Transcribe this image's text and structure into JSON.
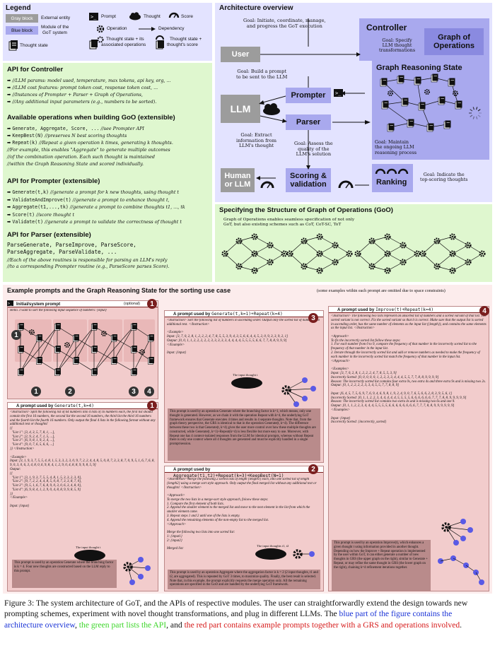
{
  "legend": {
    "title": "Legend",
    "gray_block": "Gray block",
    "external_entity": "External entity",
    "blue_block": "Blue block",
    "module_desc": [
      "Module of the",
      "GoT system"
    ],
    "thought_state": "Thought state",
    "prompt": "Prompt",
    "thought": "Thought",
    "score": "Score",
    "operation": "Operation",
    "dependency": "Dependency",
    "thought_state_ops": [
      "Thought state + its",
      "associated operations"
    ],
    "thought_state_score": [
      "Thought state +",
      "thought's score"
    ]
  },
  "architecture": {
    "title": "Architecture overview",
    "controller": "Controller",
    "graph_of_operations": [
      "Graph of",
      "Operations"
    ],
    "goal_controller": [
      "Goal: Initiate, coordinate, manage,",
      "and progress the GoT execution"
    ],
    "goal_specify": [
      "Goal: Specify",
      "LLM thought",
      "transformations"
    ],
    "user": "User",
    "grs_title": "Graph Reasoning State",
    "goal_grs": [
      "Goal: Maintain",
      "the ongoing LLM",
      "reasoning process"
    ],
    "goal_prompter": [
      "Goal: Build a prompt",
      "to be sent to the LLM"
    ],
    "prompter": "Prompter",
    "llm": "LLM",
    "parser": "Parser",
    "goal_parser": [
      "Goal: Extract",
      "information from",
      "LLM's thought"
    ],
    "goal_scoring": [
      "Goal: Assess the",
      "quality of the",
      "LLM's solution"
    ],
    "human_or_llm": [
      "Human",
      "or LLM"
    ],
    "scoring": [
      "Scoring &",
      "validation"
    ],
    "ranking": "Ranking",
    "goal_ranking": [
      "Goal: Indicate the",
      "top-scoring thoughts"
    ]
  },
  "api": {
    "controller_title": "API for Controller",
    "controller_lines": [
      "//LLM params: model used, temperature, max tokens, api key, org, ...",
      "//LLM cost features: prompt token cost, response token cost, ...",
      "//Instances of Prompter + Parser + Graph of Operations,",
      "//Any additional input parameters (e.g., numbers to be sorted)."
    ],
    "ops_title": "Available operations when building GoO (extensible)",
    "ops_lines": [
      {
        "code": "Generate, Aggregate, Score, ...",
        "comment": " //see Prompter API"
      },
      {
        "code": "KeepBest(N)",
        "comment": " //preserves N best scoring thoughts"
      },
      {
        "code": "Repeat(k)",
        "comment": " //Repeat a given operation k times, generating k thoughts."
      },
      {
        "code": "",
        "comment": "  //For example, this enables \"Aggregate\" to generate multiple outcomes"
      },
      {
        "code": "",
        "comment": "  //of the combination operation. Each such thought is maintained"
      },
      {
        "code": "",
        "comment": "  //within the Graph Reasoning State and scored individually."
      }
    ],
    "prompter_title": "API for Prompter (extensible)",
    "prompter_lines": [
      {
        "code": "Generate(t,k)",
        "comment": " //generate a prompt for k new thoughts, using thought t"
      },
      {
        "code": "ValidateAndImprove(t)",
        "comment": " //generate a prompt to enhance thought t,"
      },
      {
        "code": "Aggregate(t1,...,tk)",
        "comment": " //generate a prompt to combine thoughts t1, ..., tk"
      },
      {
        "code": "Score(t)",
        "comment": " //score thought t"
      },
      {
        "code": "Validate(t)",
        "comment": " //generate a prompt to validate the correctness of thought t"
      }
    ],
    "parser_title": "API for Parser (extensible)",
    "parser_code": [
      "ParseGenerate, ParseImprove, ParseScore,",
      "ParseAggregate, ParseValidate, ..."
    ],
    "parser_comments": [
      "//Each of the above routines is responsible for parsing an LLM's reply",
      "//to a corresponding Prompter routine (e.g., ParseScore parses Score)."
    ]
  },
  "spec": {
    "title": "Specifying the Structure of Graph of Operations (GoO)",
    "desc": [
      "Graph of Operations enables seamless specification of not only",
      "GoT, but also existing schemes such as CoT, CoT-SC, ToT"
    ]
  },
  "examples": {
    "title": "Example prompts and the Graph Reasoning State for the sorting use case",
    "note": "(some examples within each prompt are omitted due to space constraints)",
    "init_title": "Initial/system prompt",
    "init_optional": "(optional)",
    "init_text": "Hello. I want to sort the following input sequence of numbers: {input}",
    "badges": [
      "1",
      "2",
      "3",
      "4"
    ],
    "p1_prefix": "A prompt used by",
    "p1_op": "Generate(t,k=4)",
    "p1_text": "<Instruction> Split the following list of 64 numbers into 4 lists of 16 numbers each, the first list should contain the first 16 numbers, the second list the second 16 numbers, the third list the third 16 numbers and the fourth list the fourth 16 numbers. Only output the final 4 lists in the following format without any additional text or thoughts!\n{{\n  \"List 1\": [3, 4, 3, 5, 7, 8, 1, ...],\n  \"List 2\": [2, 9, 2, 4, 7, 1, 5, ...],\n  \"List 3\": [6, 9, 8, 1, 9, 2, 4, ...],\n  \"List 4\": [9, 0, 7, 6, 5, 6, 6, ...]\n}} </Instruction>\n\n<Example>\nInput: [3, 1, 9, 3, 7, 5, 5, 4, 8, 1, 5, 3, 3, 2, 3, 0, 9, 7, 2, 2, 4, 4, 8, 5, 0, 8, 7, 3, 3, 8, 7, 0, 9, 5, 1, 6, 7, 6, 8, 9, 0, 3, 0, 6, 3, 4, 8, 0, 6, 9, 8, 4, 1, 2, 9, 0, 4, 8, 8, 9, 9, 8, 5, 9]\nOutput:\n{{\n  \"List 1\": [3, 1, 9, 3, 7, 5, 5, 4, 8, 1, 5, 3, 3, 2, 3, 0],\n  \"List 2\": [9, 7, 2, 2, 4, 4, 8, 5, 0, 8, 7, 3, 3, 8, 7, 0],\n  \"List 3\": [9, 5, 1, 6, 7, 6, 8, 9, 0, 3, 0, 6, 3, 4, 8, 0],\n  \"List 4\": [6, 9, 8, 4, 1, 2, 9, 0, 4, 8, 8, 9, 9, 8, 5, 9]\n}}\n</Example>\n\nInput: {input}",
    "p1_note": "This prompt is used by an operation Generate where the branching factor is k = 4. Four new thoughts are constructed based on the LLM reply to this prompt.",
    "p2_prefix": "A prompt used by",
    "p2_op": "Aggregate(t1,t2)+Repeat(k=3)+KeepBest(N=1)",
    "p2_text": "<Instruction> Merge the following 2 sorted lists of length {length1} each, into one sorted list of length {length2} using a merge sort style approach. Only output the final merged list without any additional text or thoughts! </Instruction>\n\n<Approach>\nTo merge the two lists in a merge-sort style approach, foloow these steps:\n1. Compare the first element of both lists.\n2. Append the smaller element to the merged list and move to the next element in the list from which the smaller element came.\n3. Repeat steps 1 and 2 until one of the lists is empty.\n4. Append the remaining elements of the non-empty list to the merged list.\n</Approach>\n\nMerge the following two lists into one sorted list:\n1: {input1}\n2: {input2}\n\nMerged list:",
    "p2_note": "This prompt is used by an operation Aggregate where the aggregation factor is k = 2 (2 input thoughts, t1 and t2, are aggregated). This is repeated by GoT 3 times, to maximize quality. Finally, the best result is selected. Note that, in this example, the prompt explicitly requests the merge operation only. All the remaining operations are specified in the GoO and are handled by the underlying GoT framework.",
    "p3_prefix": "A prompt used by",
    "p3_op": "Generate(t,k=1)+Repeat(k=4)",
    "p3_text": "<Instruction> Sort the following list of numbers in ascending order. Output only the sorted list of numbers, no additional text. </Instruction>\n\n<Example>\nInput: [3, 7, 0, 2, 8, 1, 2, 2, 2, 4, 7, 8, 5, 5, 3, 9, 4, 3, 5, 6, 6, 4, 4, 5, 2, 0, 9, 3, 3, 9, 2, 1]\nOutput: [0, 0, 1, 1, 2, 2, 2, 2, 2, 3, 3, 3, 3, 3, 4, 4, 4, 4, 5, 5, 5, 5, 6, 6, 7, 7, 8, 8, 9, 9, 9]\n</Example>\n\nInput: {input}",
    "p3_note": "This prompt is used by an operation Generate where the branching factor is k=1, which means, only one thought is generated. However, as we chain it with the operation Repeat with k=4, the underlying GoT framework ensures that Generate executes 4 times and results in 4 separate thoughts. Note that, from the graph theory perspective, the GRS is identical to that in the operation Generate(t, k=4). The difference between these two is that Generate(t, k=4) gives the user more control over how these multiple thoughts are constructed, while Generate(t, k=1)+Repeat(k=4) is less flexible but more easy to use. Moreover, with Repeat one has 4 context-isolated responses from the LLM for identical prompts, whereas without Repeat there is only one context where all 4 thoughts are generated and must be explicitly handled in a single prompt/session.",
    "p4_prefix": "A prompt used by",
    "p4_op": "Improve(t)+Repeat(k=4)",
    "p4_text": "<Instruction> The following two lists represent an unsorted list of numbers and a sorted variant of that list. The sorted variant is not correct. Fix the sorted variant so that it is correct. Make sure that the output list is sorted in ascending order, has the same number of elements as the input list ({length}), and contains the same elements as the input list. </Instruction>\n\n<Approach>\nTo fix the incorrectly sorted list follow these steps:\n1. For each number from 0 to 9, compare the frequency of that number in the incorrectly sorted list to the frequency of that number in the input list.\n2. Iterate through the incorrectly sorted list and add or remove numbers as needed to make the frequency of each number in the incorrectly sorted list match the frequency of that number in the input list.\n</Approach>\n\n<Examples>\nInput: [3, 7, 0, 2, 8, 1, 2, 2, 2, 4, 7, 8, 5, 5, 3, 9]\nIncorrectly Sorted: [0, 0, 0, 0, 0, 1, 2, 2, 3, 3, 4, 4, 4, 5, 5, 7, 7, 8, 8, 9, 9, 9, 9]\nReason: The incorrectly sorted list contains four extra 0s, two extra 4s and three extra 9s and is missing two 2s.\nOutput: [0, 1, 2, 2, 2, 2, 3, 3, 4, 5, 5, 7, 7, 8, 8, 9]\n\nInput: [6, 4, 5, 7, 5, 6, 9, 7, 6, 9, 4, 6, 9, 8, 1, 9, 2, 4, 9, 0, 7, 6, 5, 6, 6, 2, 8, 3, 9, 5, 6, 1]\nIncorrectly Sorted: [0, 1, 1, 2, 2, 3, 4, 4, 4, 4, 4, 5, 5, 5, 5, 6, 6, 6, 6, 6, 6, 7, 7, 7, 8, 8, 9, 9, 9, 9, 9]\nReason: The incorrectly sorted list contains two extra 4s and is missing two 6s and one 9.\nOutput: [0, 1, 1, 2, 2, 3, 4, 4, 4, 5, 5, 5, 5, 6, 6, 6, 6, 6, 6, 6, 6, 7, 7, 7, 8, 8, 9, 9, 9, 9, 9, 9]\n</Examples>\n\nInput: {input}\nIncorrectly Sorted: {incorrectly_sorted}",
    "p4_note": "This prompt is used by an operation Improve(t), which enhances a given thought t using information provided in another thought. Depending on how the Improve + Repeat operation is implemented by the user within GoT, it can either generate a number of new thoughts in GRS (the upper graph on the right), similar to Generate + Repeat, or may refine the same thought in GRS (the lower graph on the right), chaining k=4 refinement iterations together.",
    "input_thought": [
      "The input",
      "thought t"
    ],
    "input_thoughts": [
      "The input",
      "thoughts t1, t2"
    ]
  },
  "caption": {
    "part1": "Figure 3: The system architecture of GoT, and the APIs of respective modules. The user can straightforwardly extend the design towards new prompting schemes, experiment with novel thought transformations, and plug in different LLMs. The ",
    "blue": "blue part of the figure contains the architecture overview",
    "part2": ", ",
    "green": "the green part lists the API",
    "part3": ", and ",
    "red": "the red part contains example prompts together with a GRS and operations involved",
    "part4": "."
  },
  "colors": {
    "blue_bg": "#e3e3ff",
    "blue_block": "#a9a9ee",
    "gray_block": "#9c9c9c",
    "green_bg": "#dff7cf",
    "red_bg": "#fcecec",
    "prompt_bg": "#f2cccc",
    "badge": "#7a1f1f",
    "caption_blue": "#1a33d6",
    "caption_green": "#3dd62a",
    "caption_red": "#d61a1a"
  }
}
